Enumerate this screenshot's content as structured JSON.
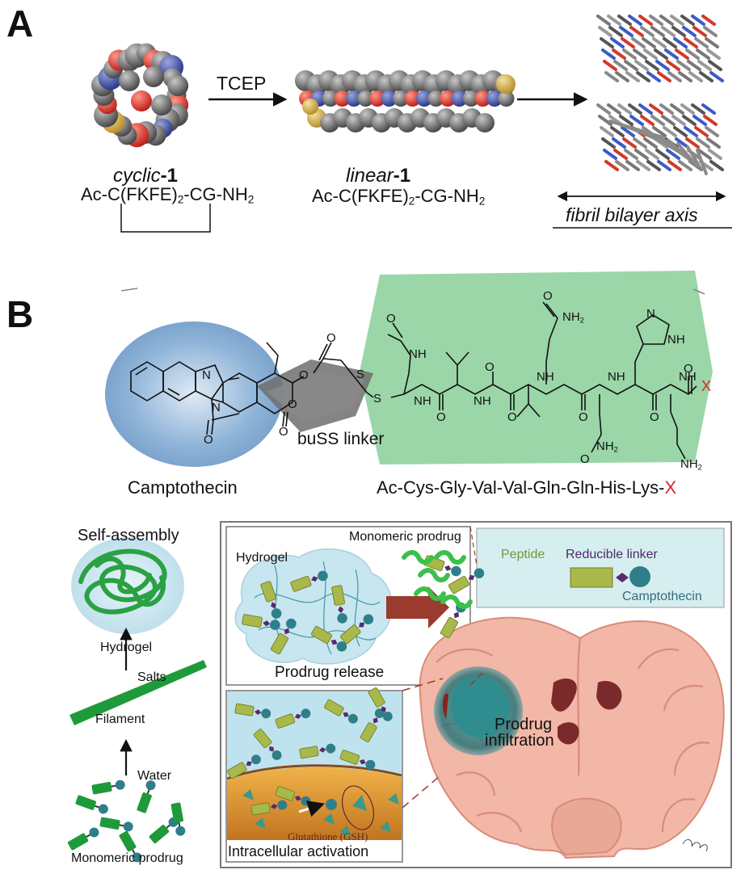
{
  "panel_a": {
    "letter": "A",
    "arrow_label": "TCEP",
    "cyclic": {
      "name_italic": "cyclic",
      "name_bold": "-1",
      "sequence_prefix": "Ac-C(FKFE)",
      "sequence_sub": "2",
      "sequence_mid": "-CG-NH",
      "sequence_end_sub": "2"
    },
    "linear": {
      "name_italic": "linear",
      "name_bold": "-1",
      "sequence_prefix": "Ac-C(FKFE)",
      "sequence_sub": "2",
      "sequence_mid": "-CG-NH",
      "sequence_end_sub": "2"
    },
    "fibril_axis_label": "fibril bilayer axis"
  },
  "panel_b": {
    "letter": "B",
    "molecule": {
      "camptothecin_label": "Camptothecin",
      "linker_label": "buSS linker",
      "peptide_sequence_prefix": "Ac-Cys-Gly-Val-Val-Gln-Gln-His-Lys-",
      "peptide_sequence_x": "X",
      "atoms": {
        "nh2": "NH",
        "nh2_sub": "2",
        "nh": "NH",
        "hn": "N",
        "h": "H",
        "n": "N",
        "o": "O",
        "s": "S",
        "x": "X"
      }
    },
    "self_assembly": {
      "title": "Self-assembly",
      "hydrogel": "Hydrogel",
      "salts": "Salts",
      "filament": "Filament",
      "water": "Water",
      "monomeric_prodrug": "Monomeric prodrug"
    },
    "release": {
      "hydrogel": "Hydrogel",
      "monomeric_prodrug": "Monomeric prodrug",
      "prodrug_release": "Prodrug release"
    },
    "legend": {
      "peptide": "Peptide",
      "reducible_linker": "Reducible linker",
      "camptothecin": "Camptothecin"
    },
    "activation": {
      "glutathione": "Glutathione (GSH)",
      "label": "Intracellular activation"
    },
    "brain": {
      "infiltration_line1": "Prodrug",
      "infiltration_line2": "infiltration"
    }
  },
  "colors": {
    "green_peptide": "#8fd19e",
    "blue_camptothecin": "#7fa8cf",
    "filament_green": "#1f9a3a",
    "brain_pink": "#f2b7a6",
    "brain_outline": "#d98c78",
    "tumor_teal": "#2f8c8f",
    "hydrogel_blue": "#cfe8f0",
    "arrow_red": "#9b3a2e",
    "x_red": "#e0242a"
  }
}
